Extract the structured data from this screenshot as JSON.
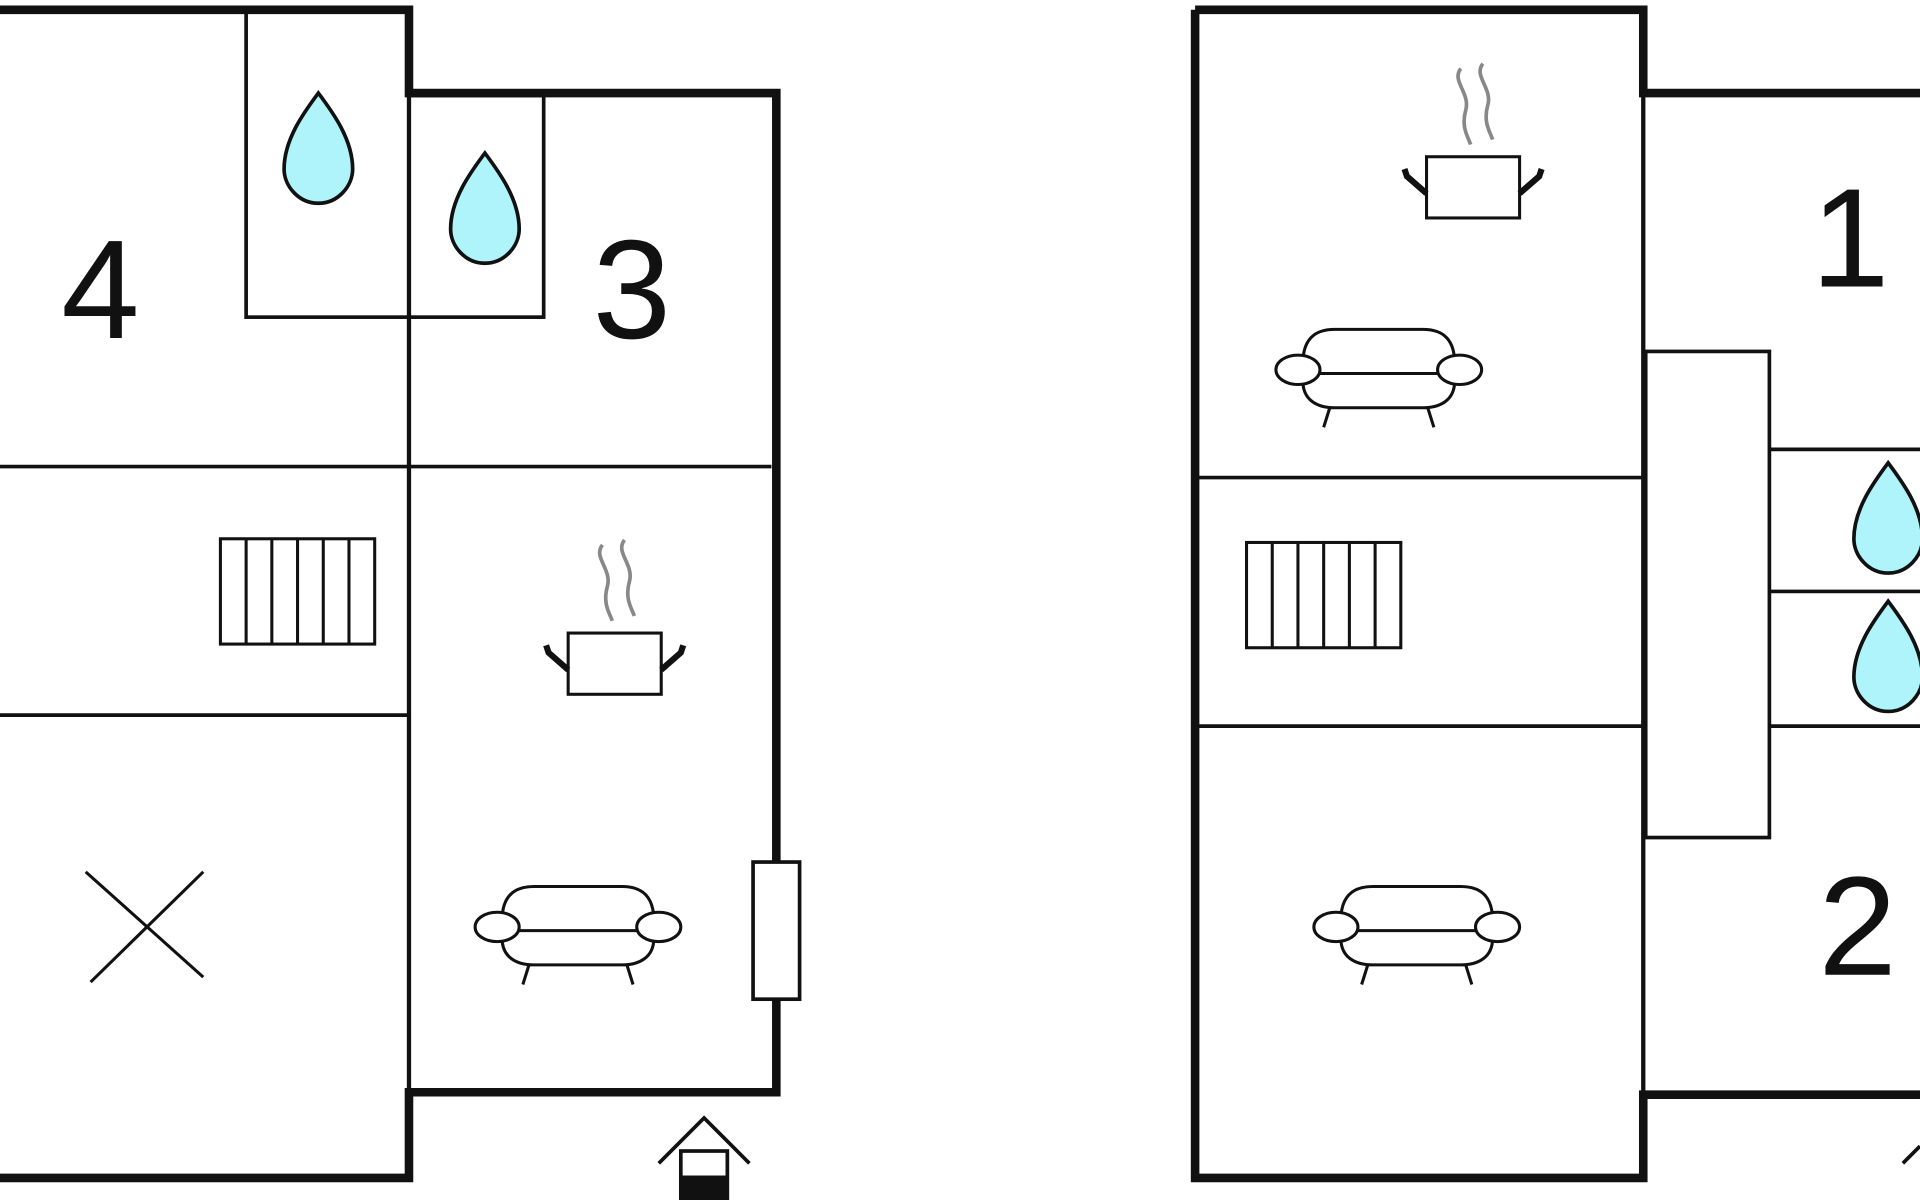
{
  "rooms": {
    "one": "1",
    "two": "2",
    "three": "3",
    "four": "4"
  },
  "icons": [
    "water-drop-icon",
    "radiator-icon",
    "cooking-pot-icon",
    "sofa-icon",
    "bed-cross-icon",
    "entrance-arrow-icon",
    "window-icon"
  ],
  "colors": {
    "wall": "#111111",
    "water": "#aef4fa",
    "steam": "#888888",
    "background": "#ffffff"
  }
}
